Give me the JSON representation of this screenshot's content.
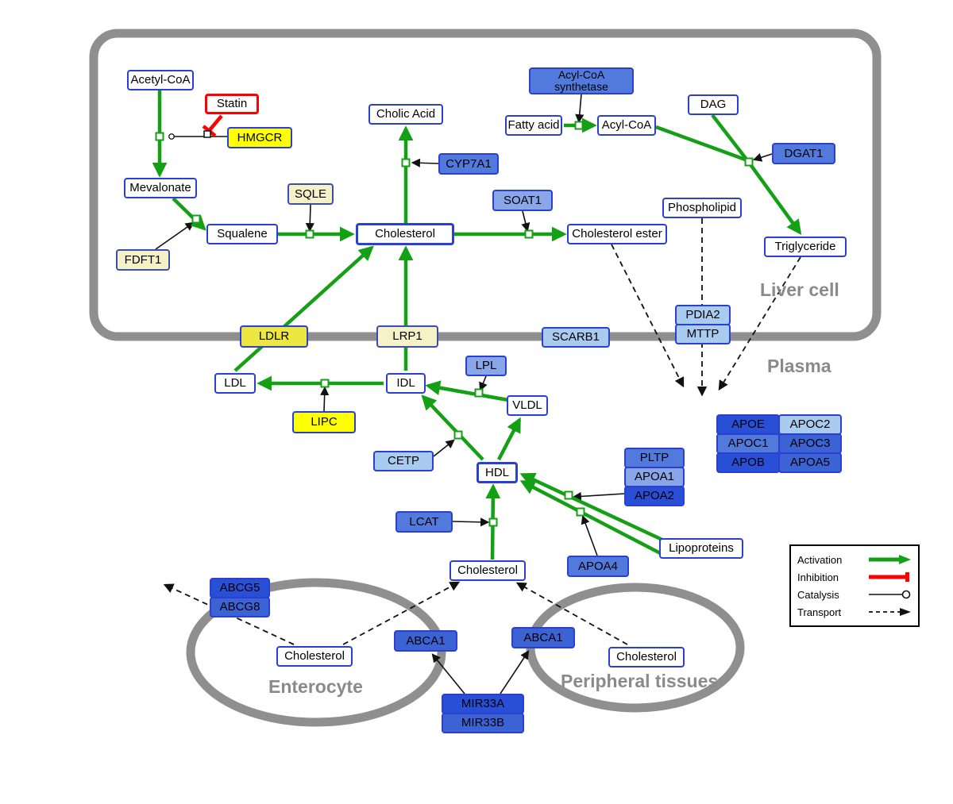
{
  "compartments": {
    "liver": "Liver cell",
    "plasma": "Plasma",
    "enterocyte": "Enterocyte",
    "peripheral": "Peripheral tissues"
  },
  "nodes": {
    "acetyl_coa": {
      "label": "Acetyl-CoA"
    },
    "statin": {
      "label": "Statin"
    },
    "hmgcr": {
      "label": "HMGCR"
    },
    "mevalonate": {
      "label": "Mevalonate"
    },
    "fdft1": {
      "label": "FDFT1"
    },
    "squalene": {
      "label": "Squalene"
    },
    "sqle": {
      "label": "SQLE"
    },
    "cholesterol_liver": {
      "label": "Cholesterol"
    },
    "cholic_acid": {
      "label": "Cholic Acid"
    },
    "cyp7a1": {
      "label": "CYP7A1"
    },
    "soat1": {
      "label": "SOAT1"
    },
    "cholesterol_ester": {
      "label": "Cholesterol ester"
    },
    "acyl_coa_synthetase": {
      "label": "Acyl-CoA synthetase"
    },
    "fatty_acid": {
      "label": "Fatty acid"
    },
    "acyl_coa": {
      "label": "Acyl-CoA"
    },
    "dag": {
      "label": "DAG"
    },
    "dgat1": {
      "label": "DGAT1"
    },
    "phospholipid": {
      "label": "Phospholipid"
    },
    "triglyceride": {
      "label": "Triglyceride"
    },
    "pdia2": {
      "label": "PDIA2"
    },
    "mttp": {
      "label": "MTTP"
    },
    "ldlr": {
      "label": "LDLR"
    },
    "lrp1": {
      "label": "LRP1"
    },
    "scarb1": {
      "label": "SCARB1"
    },
    "ldl": {
      "label": "LDL"
    },
    "idl": {
      "label": "IDL"
    },
    "lipc": {
      "label": "LIPC"
    },
    "lpl": {
      "label": "LPL"
    },
    "vldl": {
      "label": "VLDL"
    },
    "cetp": {
      "label": "CETP"
    },
    "hdl": {
      "label": "HDL"
    },
    "lcat": {
      "label": "LCAT"
    },
    "pltp": {
      "label": "PLTP"
    },
    "apoa1": {
      "label": "APOA1"
    },
    "apoa2": {
      "label": "APOA2"
    },
    "apoa4": {
      "label": "APOA4"
    },
    "lipoproteins": {
      "label": "Lipoproteins"
    },
    "apoe": {
      "label": "APOE"
    },
    "apoc2": {
      "label": "APOC2"
    },
    "apoc1": {
      "label": "APOC1"
    },
    "apoc3": {
      "label": "APOC3"
    },
    "apob": {
      "label": "APOB"
    },
    "apoa5": {
      "label": "APOA5"
    },
    "cholesterol_plasma": {
      "label": "Cholesterol"
    },
    "abcg5": {
      "label": "ABCG5"
    },
    "abcg8": {
      "label": "ABCG8"
    },
    "cholesterol_enterocyte": {
      "label": "Cholesterol"
    },
    "abca1_center": {
      "label": "ABCA1"
    },
    "abca1_right": {
      "label": "ABCA1"
    },
    "cholesterol_peripheral": {
      "label": "Cholesterol"
    },
    "mir33a": {
      "label": "MIR33A"
    },
    "mir33b": {
      "label": "MIR33B"
    }
  },
  "legend": {
    "items": [
      "Activation",
      "Inhibition",
      "Catalysis",
      "Transport"
    ]
  },
  "colors": {
    "activation": "#14a014",
    "inhibition": "#ff0000",
    "catalysis": "#111111",
    "transport": "#111111",
    "membrane": "#8f8f8f",
    "metabolite_border": "#2b3fd0",
    "gene_dark": "#2a4fd7",
    "gene_meddark": "#3c63d4",
    "gene_med": "#5279dc",
    "gene_lightmed": "#88a6e8",
    "gene_light": "#a9cbf0",
    "yellow_bright": "#ffff00",
    "yellow_mid": "#ece640",
    "yellow_pale": "#f6f2c8"
  }
}
